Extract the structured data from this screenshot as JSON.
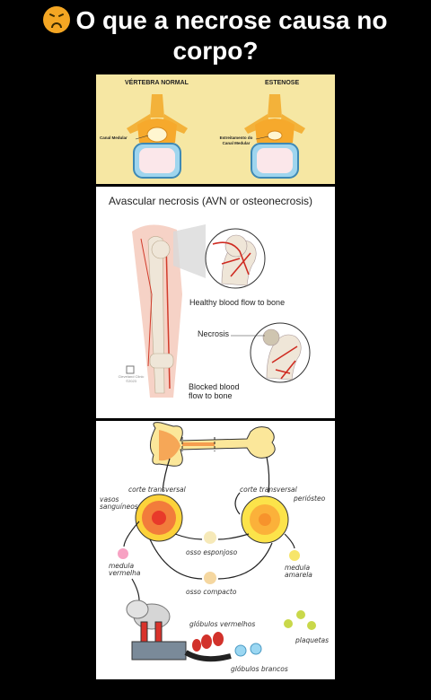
{
  "headline": {
    "text": "O que a necrose causa no corpo?",
    "emoji": "confounded-face"
  },
  "spine": {
    "normal_label": "VÉRTEBRA NORMAL",
    "stenosis_label": "ESTENOSE",
    "canal_label": "Canal Medular",
    "narrowing_label": "Estreitamento do Canal Medular"
  },
  "avn": {
    "title": "Avascular necrosis (AVN or osteonecrosis)",
    "healthy_caption": "Healthy blood flow to bone",
    "necrosis_label": "Necrosis",
    "blocked_caption": "Blocked blood flow to bone",
    "clinic_logo": "Cleveland Clinic ©2023"
  },
  "bone": {
    "cross_section_left": "corte transversal",
    "cross_section_right": "corte transversal",
    "vessels": "vasos sanguíneos",
    "periosteum": "periósteo",
    "spongy_bone": "osso esponjoso",
    "red_marrow": "medula vermelha",
    "yellow_marrow": "medula amarela",
    "compact_bone": "osso compacto",
    "red_cells": "glóbulos vermelhos",
    "platelets": "plaquetas",
    "white_cells": "glóbulos brancos"
  }
}
